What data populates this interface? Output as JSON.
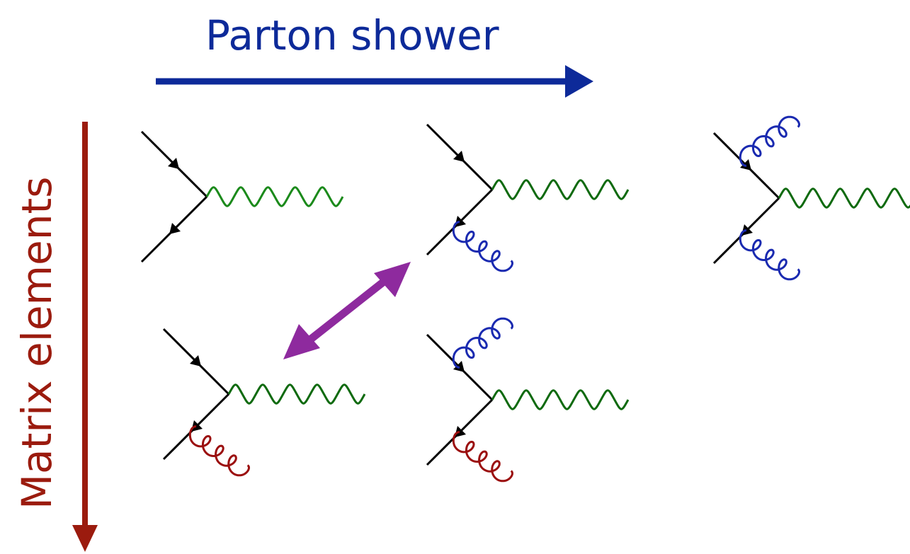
{
  "labels": {
    "horizontal_axis": "Parton shower",
    "vertical_axis": "Matrix elements"
  },
  "colors": {
    "parton_shower": "#0d2a99",
    "matrix_elements": "#9b1b0e",
    "double_arrow": "#8e2a9e",
    "boson": "#1b8a1b",
    "boson_dark": "#0f6a0f",
    "shower_gluon": "#1a2ab0",
    "me_gluon": "#9b0f0f",
    "fermion": "#000000"
  },
  "diagrams": [
    {
      "id": "born",
      "row": "top",
      "column": 1,
      "emissions": []
    },
    {
      "id": "one-shower-emission",
      "row": "top",
      "column": 2,
      "emissions": [
        "shower-gluon-lower"
      ]
    },
    {
      "id": "two-shower-emissions",
      "row": "top",
      "column": 3,
      "emissions": [
        "shower-gluon-upper",
        "shower-gluon-lower"
      ]
    },
    {
      "id": "one-me-emission",
      "row": "bottom",
      "column": 1,
      "emissions": [
        "me-gluon-lower"
      ]
    },
    {
      "id": "me-plus-shower",
      "row": "bottom",
      "column": 2,
      "emissions": [
        "shower-gluon-upper",
        "me-gluon-lower"
      ]
    }
  ]
}
